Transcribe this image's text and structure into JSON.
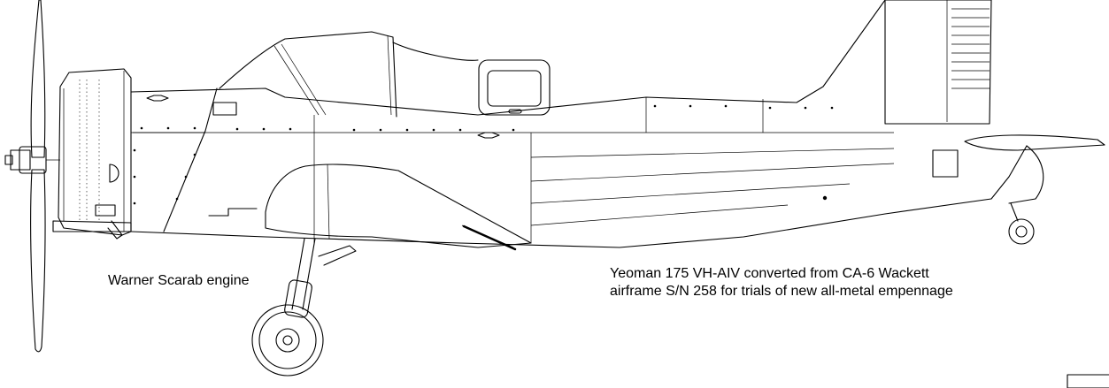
{
  "captions": {
    "engine": "Warner Scarab engine",
    "main_line1": "Yeoman 175 VH-AIV converted from CA-6 Wackett",
    "main_line2": "airframe S/N 258 for trials of new all-metal empennage"
  }
}
